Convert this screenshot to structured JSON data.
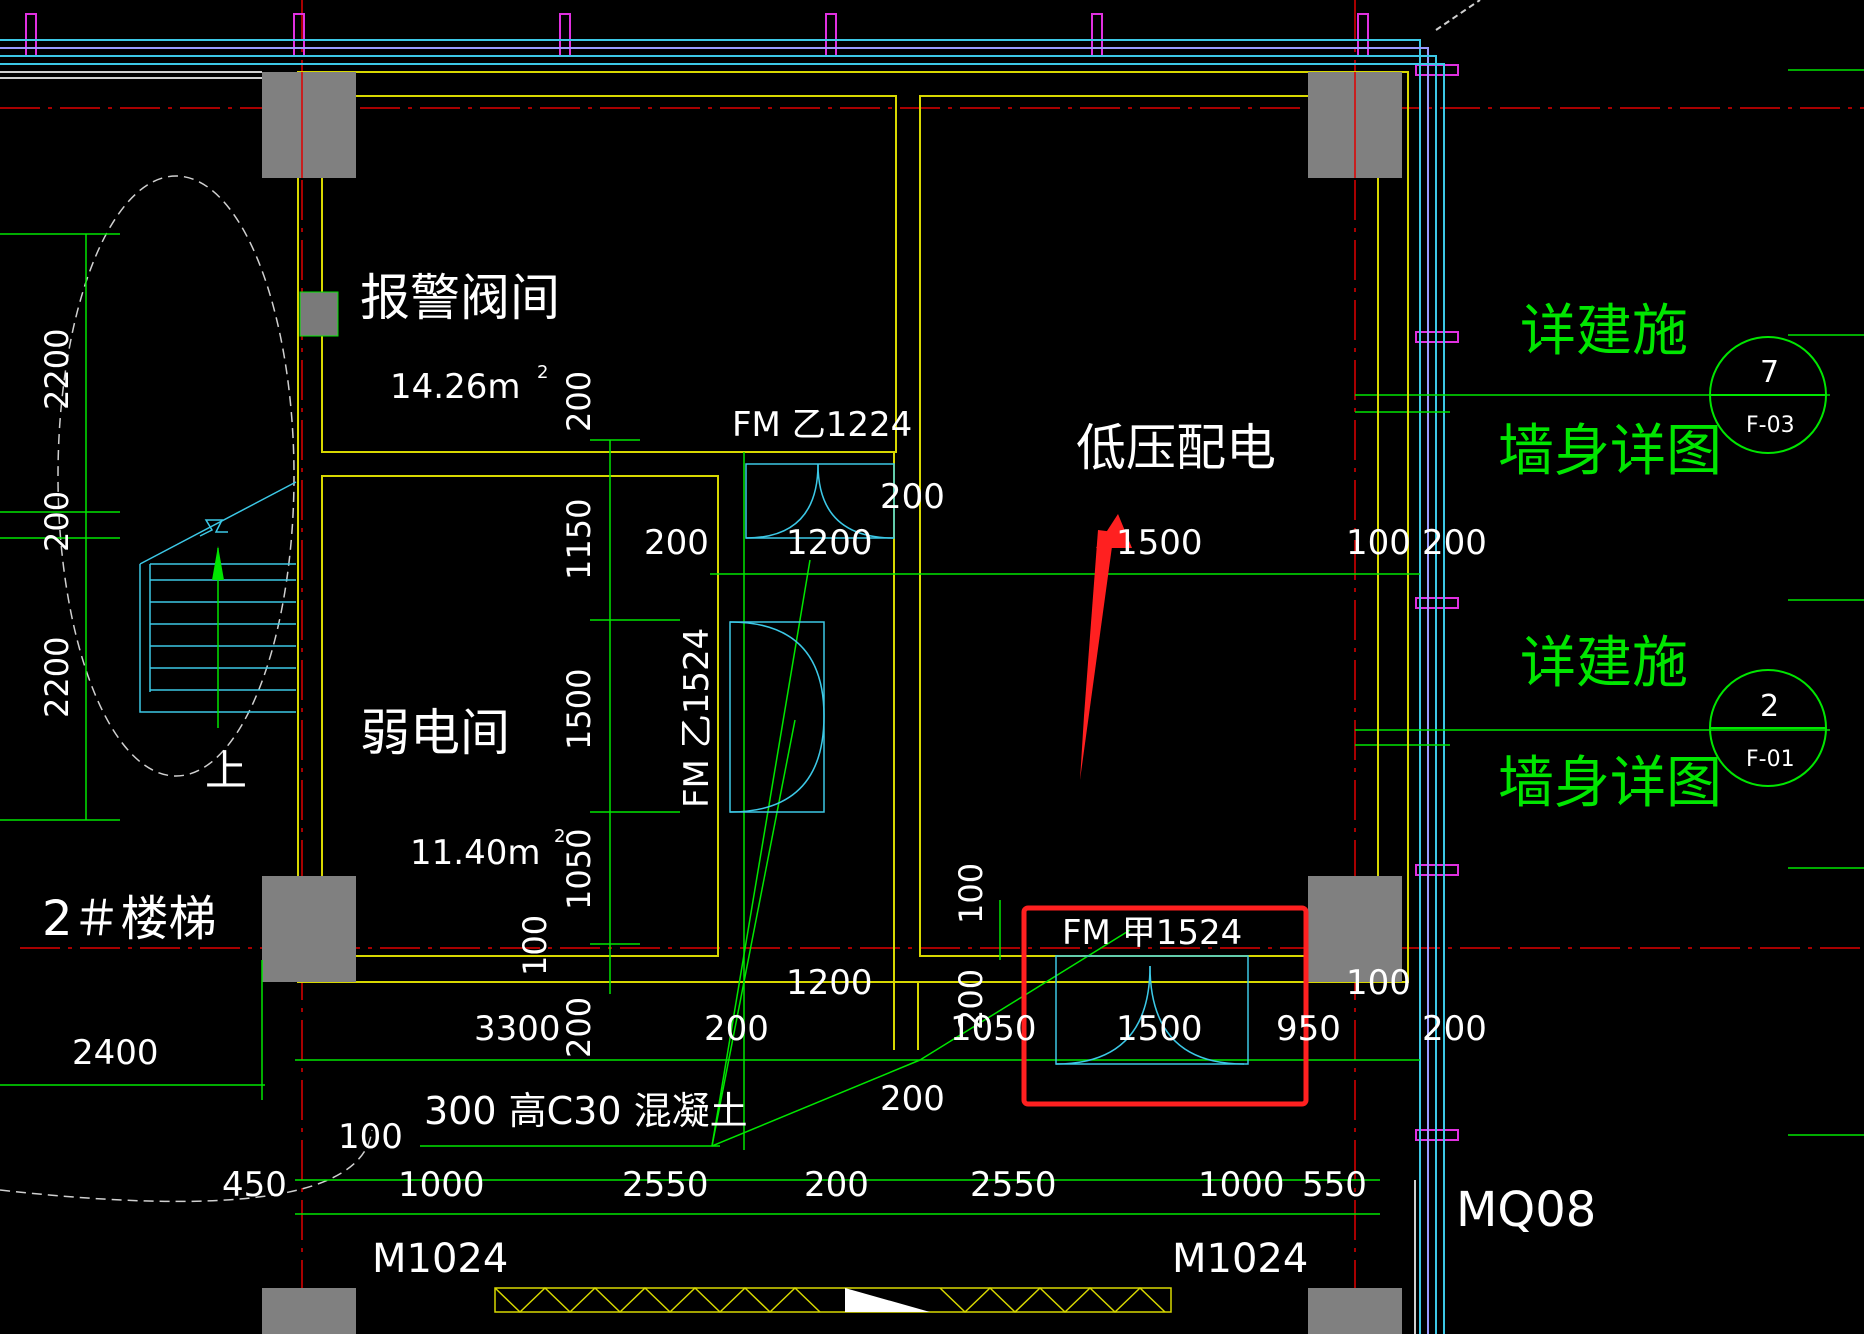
{
  "rooms": {
    "alarm_valve": {
      "name": "报警阀间",
      "area": "14.26m",
      "area_sup": "2"
    },
    "weak_current": {
      "name": "弱电间",
      "area": "11.40m",
      "area_sup": "2"
    },
    "low_voltage": {
      "name": "低压配电"
    },
    "stair": {
      "name": "2＃楼梯",
      "up": "上"
    }
  },
  "doors": {
    "fm_yi_1224": "FM 乙1224",
    "fm_yi_1524": "FM 乙1524",
    "fm_jia_1524": "FM 甲1524",
    "m1024_left": "M1024",
    "m1024_right": "M1024",
    "mq08": "MQ08"
  },
  "notes": {
    "curb": "300  高C30  混凝土",
    "detail_ref_top": {
      "line1": "详建施",
      "line2": "墙身详图",
      "num": "7",
      "sheet": "F-03"
    },
    "detail_ref_bottom": {
      "line1": "详建施",
      "line2": "墙身详图",
      "num": "2",
      "sheet": "F-01"
    }
  },
  "dims": {
    "left_2200_top": "2200",
    "left_200": "200",
    "left_2200_bottom": "2200",
    "d200_wall": "200",
    "d1150": "1150",
    "d1500_v": "1500",
    "d1050_v": "1050",
    "d100_v": "100",
    "d200_a": "200",
    "d1200_a": "1200",
    "d200_b": "200",
    "d1500_a": "1500",
    "d100_a": "100",
    "d200_c": "200",
    "d100_v2": "100",
    "d1200_b": "1200",
    "d100_b": "100",
    "d2400": "2400",
    "d3300": "3300",
    "d200_v3": "200",
    "d200_d": "200",
    "d1050_h": "1050",
    "d200_v4": "200",
    "d1500_b": "1500",
    "d950": "950",
    "d200_e": "200",
    "d200_f": "200",
    "d100_c": "100",
    "d450": "450",
    "d1000_a": "1000",
    "d2550_a": "2550",
    "d200_g": "200",
    "d2550_b": "2550",
    "d1000_b": "1000",
    "d550": "550"
  },
  "colors": {
    "background": "#000000",
    "wall_yellow": "#d8d800",
    "dim_green": "#00e600",
    "axis_red": "#e00000",
    "door_cyan": "#3cc8e6",
    "column_grey": "#808080",
    "magenta": "#e030e0",
    "highlight_red": "#ff2020"
  }
}
